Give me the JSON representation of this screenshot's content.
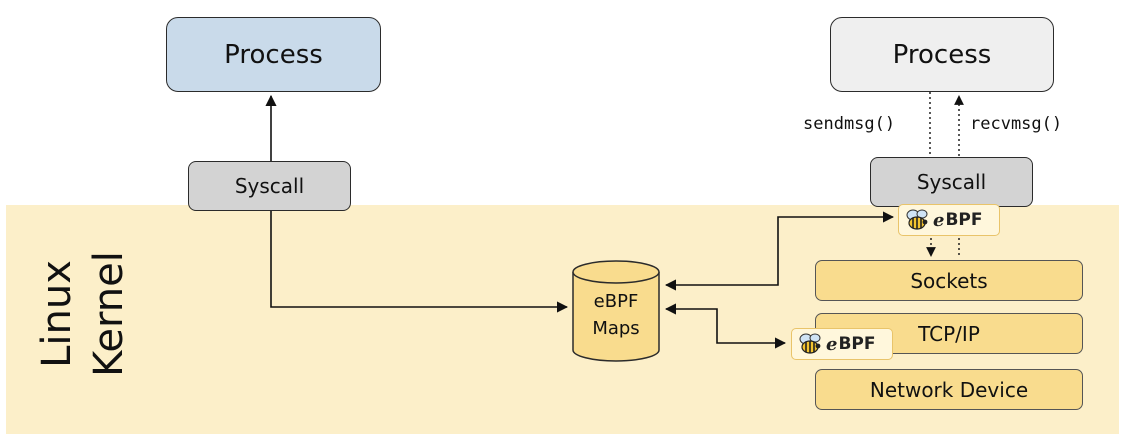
{
  "left": {
    "process_label": "Process",
    "syscall_label": "Syscall"
  },
  "right": {
    "process_label": "Process",
    "syscall_label": "Syscall",
    "sendmsg_label": "sendmsg()",
    "recvmsg_label": "recvmsg()"
  },
  "kernel": {
    "label_line1": "Linux",
    "label_line2": "Kernel",
    "background_color": "#fcefc9"
  },
  "maps": {
    "label_line1": "eBPF",
    "label_line2": "Maps",
    "color": "#f9dc8e"
  },
  "stack": {
    "sockets_label": "Sockets",
    "tcpip_label": "TCP/IP",
    "network_device_label": "Network Device"
  },
  "ebpf_badges": [
    {
      "icon": "bee-icon",
      "letter": "e",
      "text": "BPF"
    },
    {
      "icon": "bee-icon",
      "letter": "e",
      "text": "BPF"
    }
  ]
}
